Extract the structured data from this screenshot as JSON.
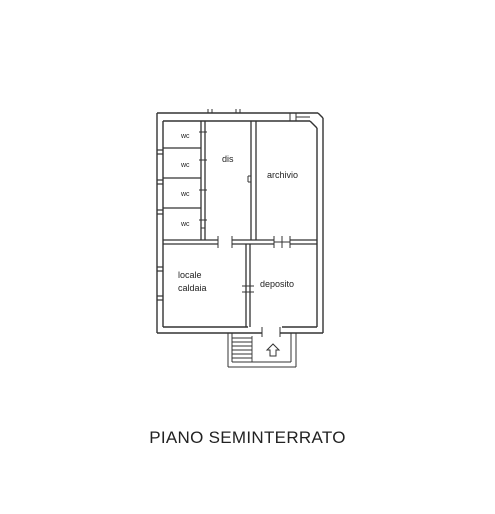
{
  "floor": {
    "caption": "PIANO SEMINTERRATO"
  },
  "rooms": {
    "wc_1": "wc",
    "wc_2": "wc",
    "wc_3": "wc",
    "wc_4": "wc",
    "dis": "dis",
    "archivio": "archivio",
    "locale_line1": "locale",
    "locale_line2": "caldaia",
    "deposito": "deposito"
  },
  "icons": {
    "entrance": "entrance-arrow-icon",
    "stairs": "stairs-icon"
  },
  "colors": {
    "wall": "#333333",
    "text": "#222222",
    "background": "#ffffff"
  }
}
